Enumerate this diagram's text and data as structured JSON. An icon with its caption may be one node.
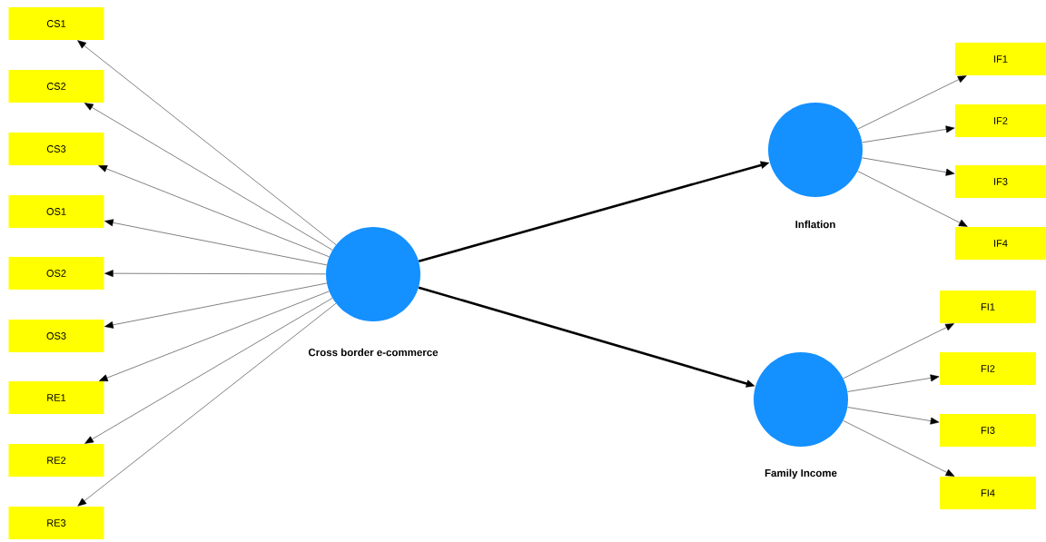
{
  "diagram": {
    "nodes": [
      {
        "text": [
          "CS1"
        ]
      },
      {
        "text": [
          "CS2"
        ]
      },
      {
        "text": [
          "CS3"
        ]
      },
      {
        "text": [
          "OS1"
        ]
      },
      {
        "text": [
          "OS2"
        ]
      },
      {
        "text": [
          "OS3"
        ]
      },
      {
        "text": [
          "RE1"
        ]
      },
      {
        "text": [
          "RE2"
        ]
      },
      {
        "text": [
          "RE3"
        ]
      },
      {
        "text": [
          "Cross border e-commerce"
        ]
      },
      {
        "text": [
          "Inflation"
        ]
      },
      {
        "text": [
          "IF1"
        ]
      },
      {
        "text": [
          "IF2"
        ]
      },
      {
        "text": [
          "IF3"
        ]
      },
      {
        "text": [
          "IF4"
        ]
      },
      {
        "text": [
          "Family Income"
        ]
      },
      {
        "text": [
          "FI1"
        ]
      },
      {
        "text": [
          "FI2"
        ]
      },
      {
        "text": [
          "FI3"
        ]
      },
      {
        "text": [
          "FI4"
        ]
      }
    ],
    "edges": [
      {
        "from": 9,
        "to": 0,
        "arrow": "to"
      },
      {
        "from": 9,
        "to": 1,
        "arrow": "to"
      },
      {
        "from": 9,
        "to": 2,
        "arrow": "to"
      },
      {
        "from": 9,
        "to": 3,
        "arrow": "to"
      },
      {
        "from": 9,
        "to": 4,
        "arrow": "to"
      },
      {
        "from": 9,
        "to": 5,
        "arrow": "to"
      },
      {
        "from": 9,
        "to": 6,
        "arrow": "to"
      },
      {
        "from": 9,
        "to": 7,
        "arrow": "to"
      },
      {
        "from": 9,
        "to": 8,
        "arrow": "to"
      },
      {
        "from": 9,
        "to": 10,
        "arrow": "to",
        "style": "thick"
      },
      {
        "from": 9,
        "to": 15,
        "arrow": "to",
        "style": "thick"
      },
      {
        "from": 10,
        "to": 11,
        "arrow": "to"
      },
      {
        "from": 10,
        "to": 12,
        "arrow": "to"
      },
      {
        "from": 10,
        "to": 13,
        "arrow": "to"
      },
      {
        "from": 10,
        "to": 14,
        "arrow": "to"
      },
      {
        "from": 15,
        "to": 16,
        "arrow": "to"
      },
      {
        "from": 15,
        "to": 17,
        "arrow": "to"
      },
      {
        "from": 15,
        "to": 18,
        "arrow": "to"
      },
      {
        "from": 15,
        "to": 19,
        "arrow": "to"
      }
    ]
  }
}
